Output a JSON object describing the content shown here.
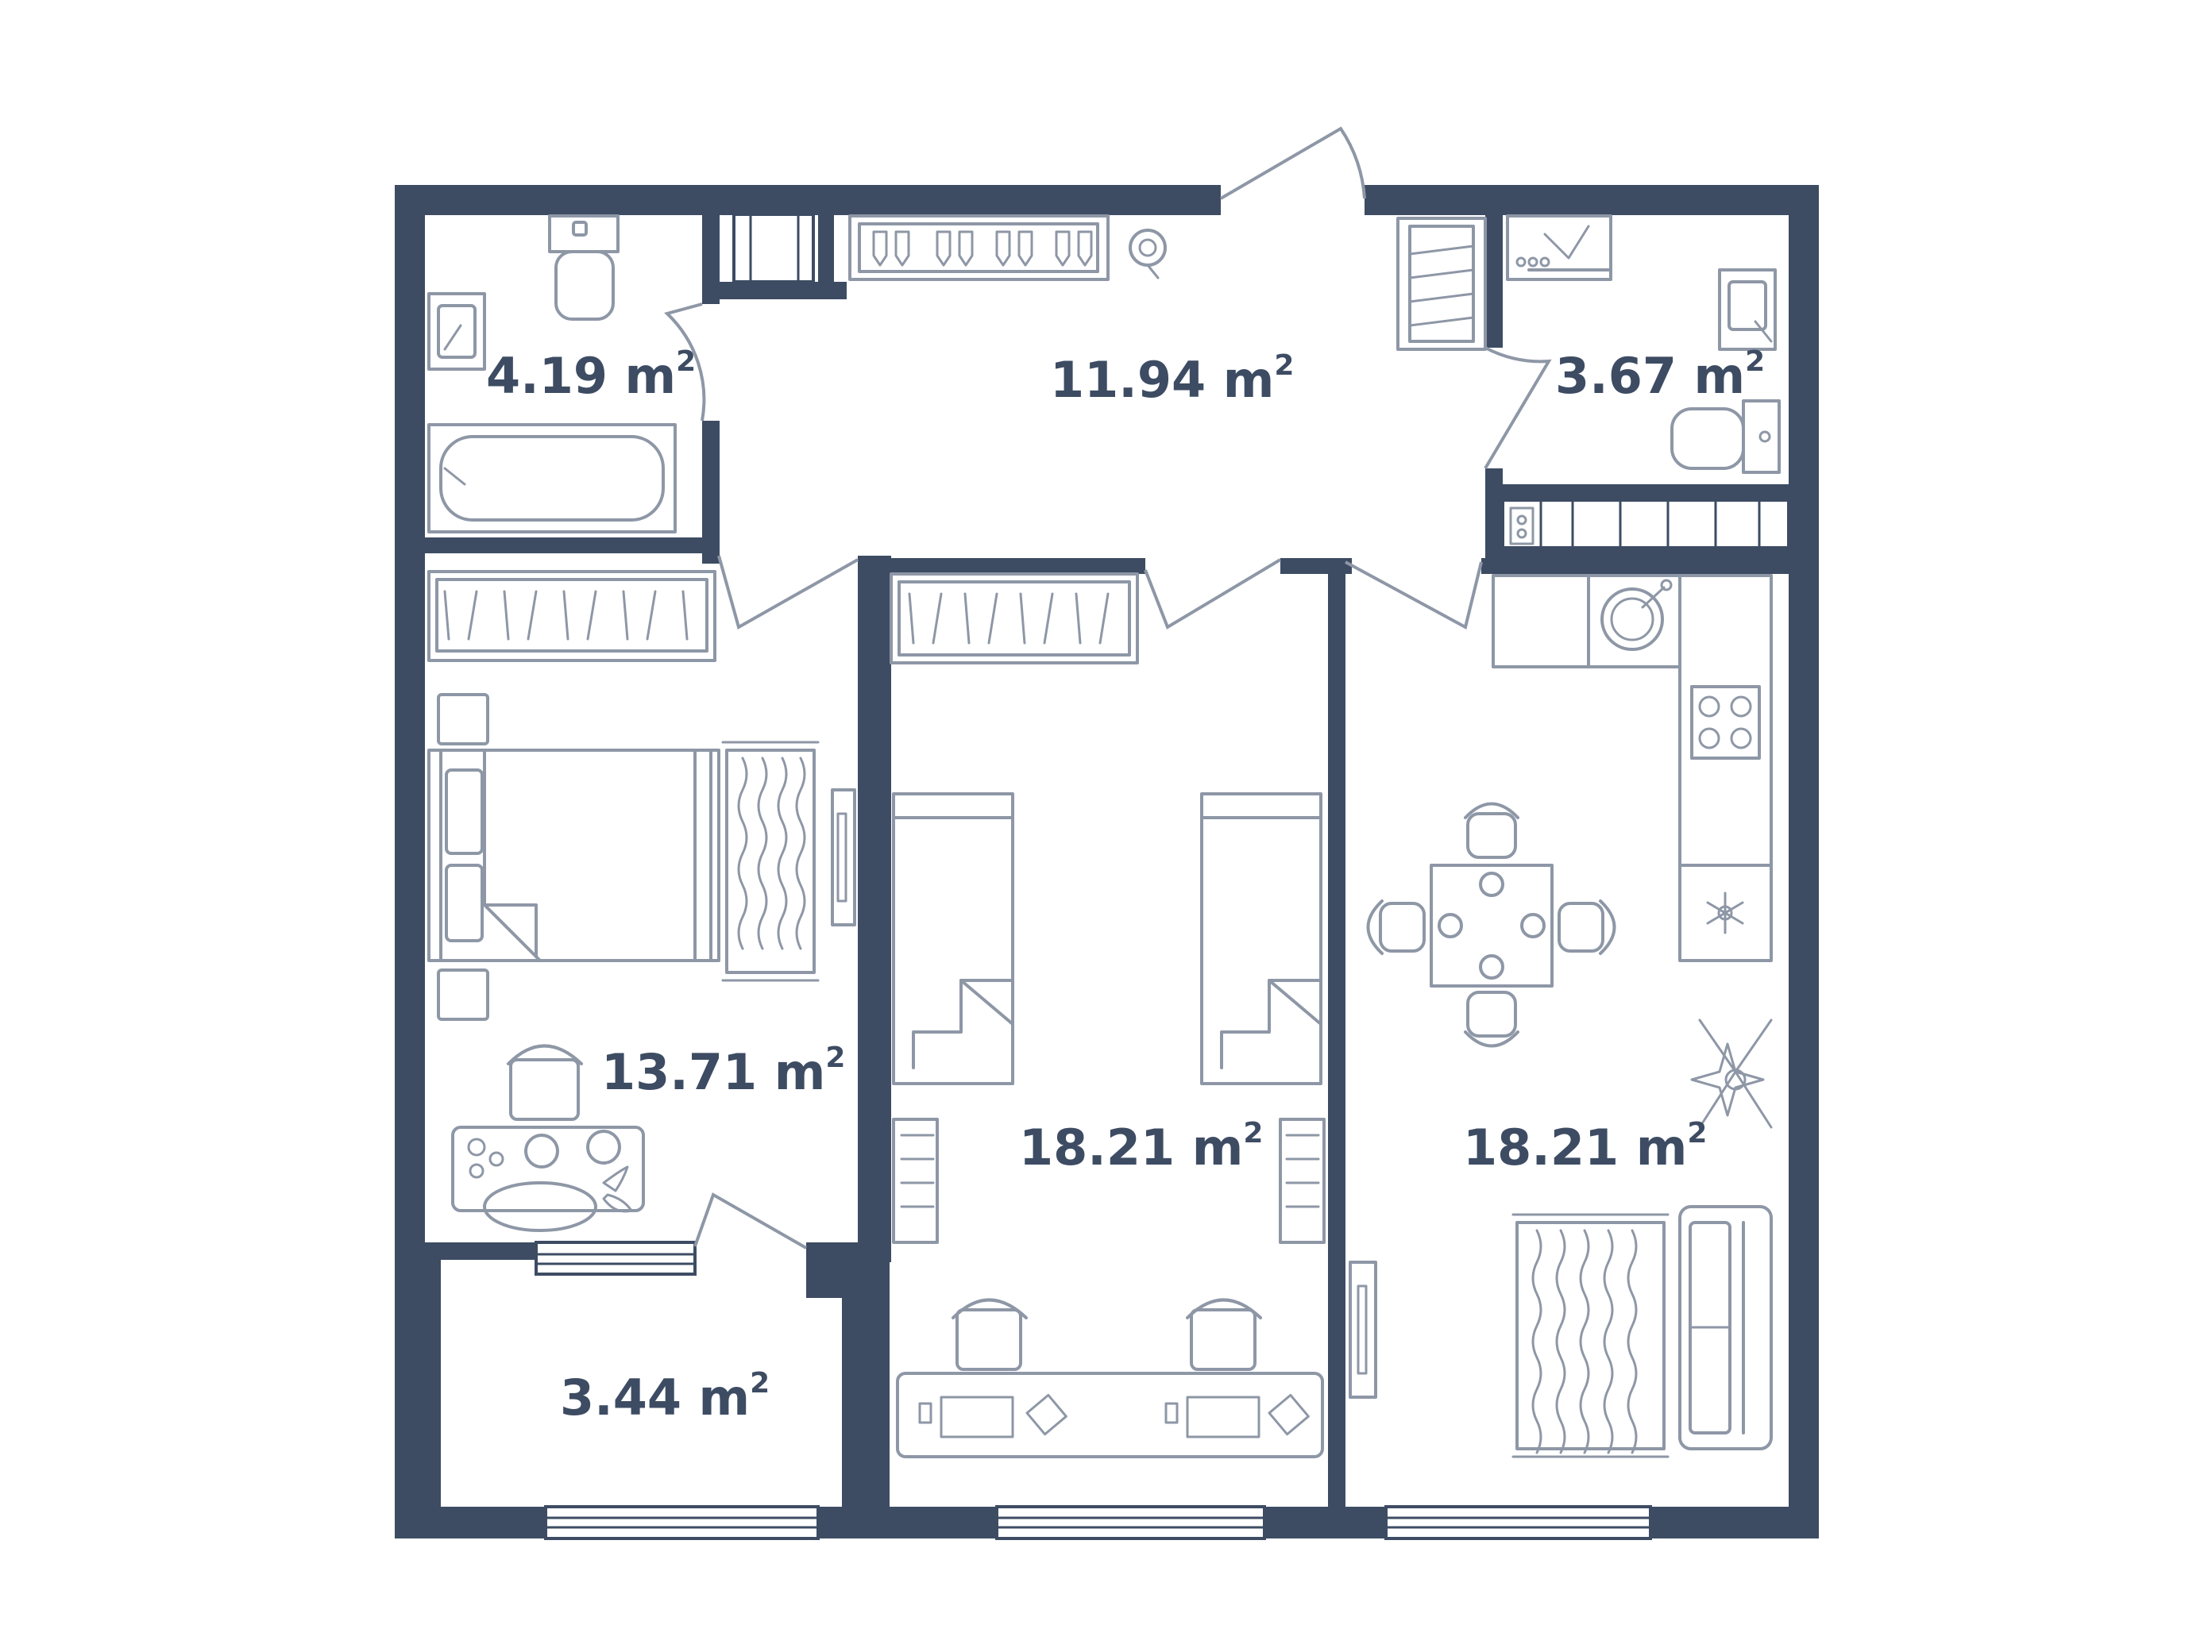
{
  "colors": {
    "wall": "#3d4c63",
    "furniture": "#8e97a6",
    "background": "#ffffff"
  },
  "unit_suffix": "2",
  "rooms": [
    {
      "id": "bathroom",
      "area": "4.19 m",
      "icons": [
        "toilet-icon",
        "sink-icon",
        "bathtub-icon"
      ]
    },
    {
      "id": "hallway",
      "area": "11.94 m",
      "icons": [
        "shoe-rack-icon",
        "wardrobe-icon",
        "coat-hanger-icon"
      ]
    },
    {
      "id": "wc",
      "area": "3.67 m",
      "icons": [
        "shower-icon",
        "sink-icon",
        "toilet-icon"
      ]
    },
    {
      "id": "bedroom",
      "area": "13.71 m",
      "icons": [
        "double-bed-icon",
        "wardrobe-icon",
        "rug-icon",
        "desk-icon",
        "chair-icon"
      ]
    },
    {
      "id": "kids-room",
      "area": "18.21 m",
      "icons": [
        "single-bed-icon",
        "wardrobe-icon",
        "bookshelf-icon",
        "desk-icon",
        "chair-icon"
      ]
    },
    {
      "id": "kitchen-living",
      "area": "18.21 m",
      "icons": [
        "kitchen-counter-icon",
        "stove-icon",
        "fridge-icon",
        "dining-table-icon",
        "sofa-icon",
        "rug-icon"
      ]
    },
    {
      "id": "balcony",
      "area": "3.44 m",
      "icons": []
    }
  ]
}
